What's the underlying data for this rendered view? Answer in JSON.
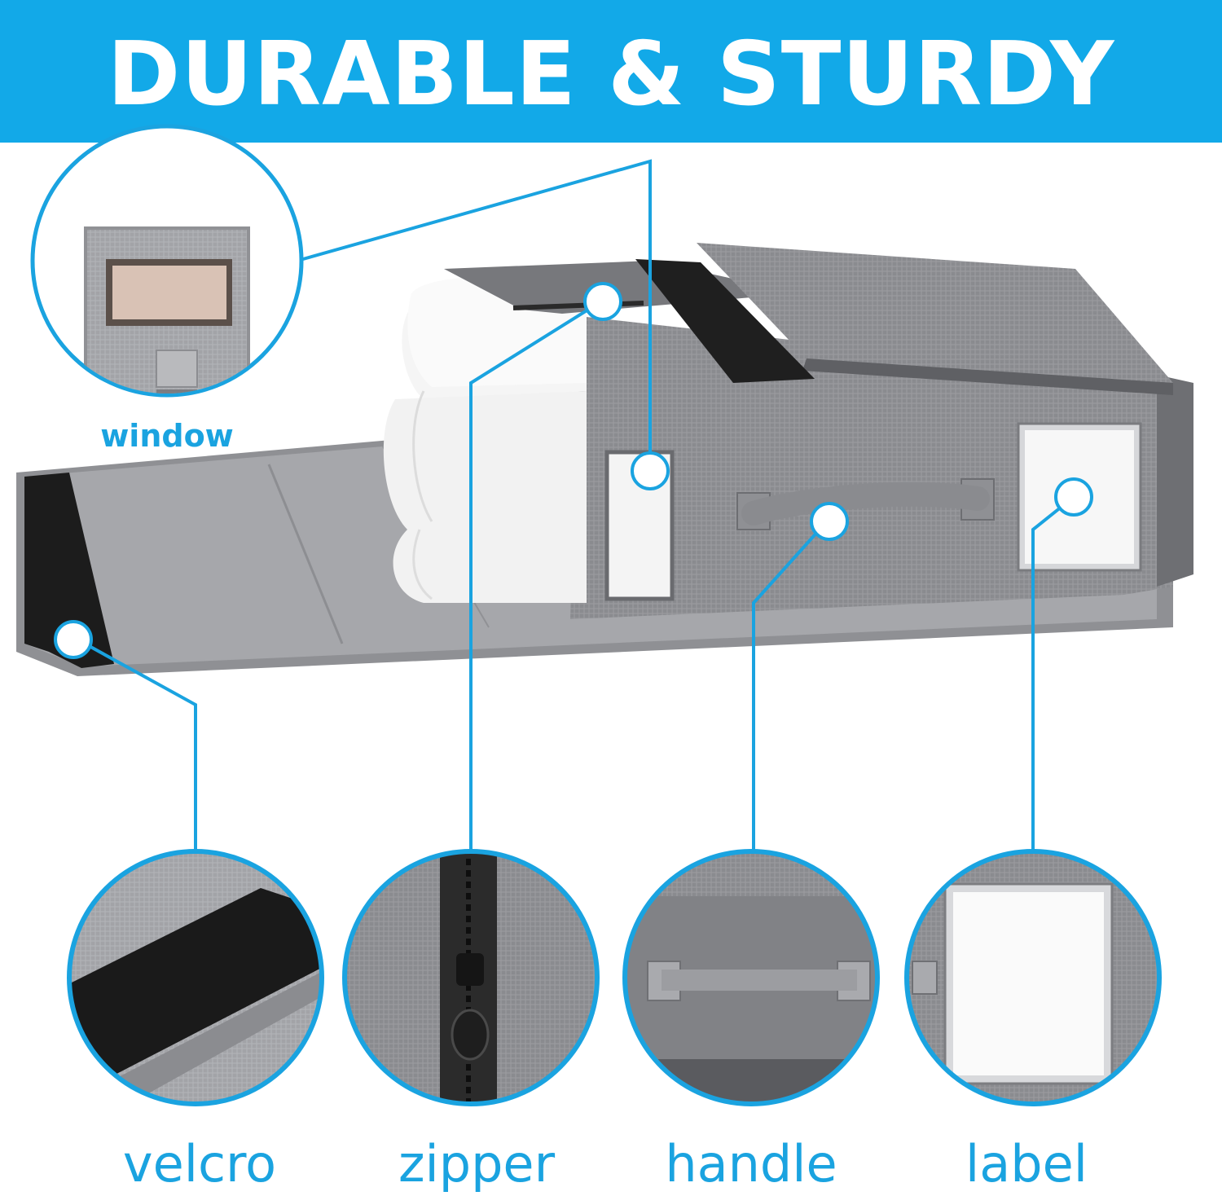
{
  "banner": {
    "title": "DURABLE & STURDY"
  },
  "product": {
    "name": "storage-bag"
  },
  "callouts": {
    "window": "window",
    "velcro": "velcro",
    "zipper": "zipper",
    "handle": "handle",
    "label": "label"
  },
  "colors": {
    "accent": "#12a9e8",
    "fabric": "#7b7c80",
    "fabric_light": "#a9aaae",
    "velcro": "#1a1a1a",
    "bedding": "#f4f4f4"
  }
}
